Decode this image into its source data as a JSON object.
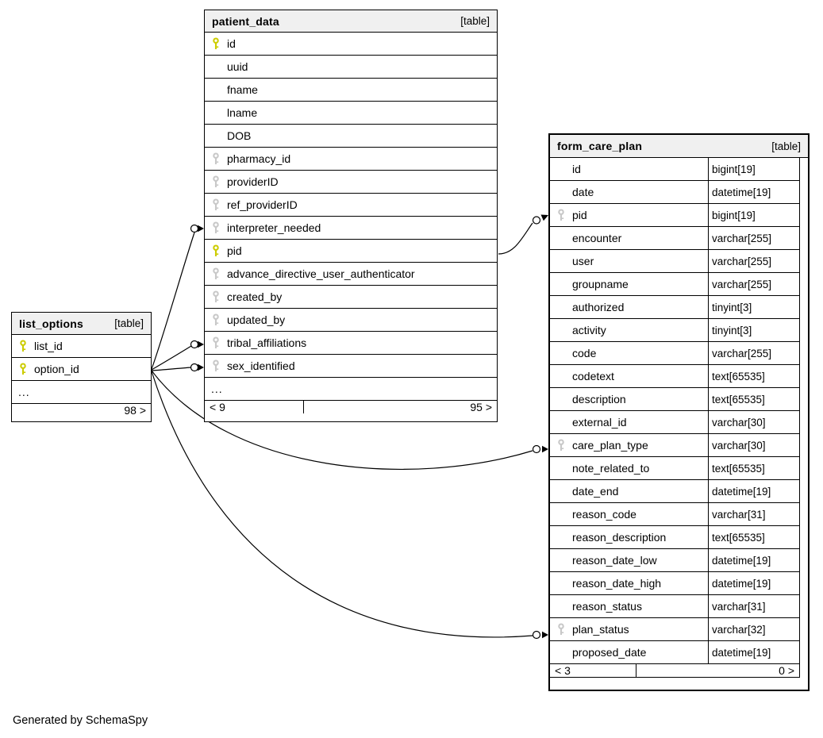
{
  "footer_note": "Generated by SchemaSpy",
  "colors": {
    "primary_key": "#cccc00",
    "foreign_key": "#c8c8c8",
    "header_bg": "#f0f0f0",
    "border": "#000000",
    "relationship_line": "#000000"
  },
  "ellipsis_label": "...",
  "tables": [
    {
      "id": "patient_data",
      "title": "patient_data",
      "badge": "[table]",
      "columns": [
        {
          "name": "id",
          "key": "primary"
        },
        {
          "name": "uuid",
          "key": "none"
        },
        {
          "name": "fname",
          "key": "none"
        },
        {
          "name": "lname",
          "key": "none"
        },
        {
          "name": "DOB",
          "key": "none"
        },
        {
          "name": "pharmacy_id",
          "key": "foreign"
        },
        {
          "name": "providerID",
          "key": "foreign"
        },
        {
          "name": "ref_providerID",
          "key": "foreign"
        },
        {
          "name": "interpreter_needed",
          "key": "foreign"
        },
        {
          "name": "pid",
          "key": "primary"
        },
        {
          "name": "advance_directive_user_authenticator",
          "key": "foreign"
        },
        {
          "name": "created_by",
          "key": "foreign"
        },
        {
          "name": "updated_by",
          "key": "foreign"
        },
        {
          "name": "tribal_affiliations",
          "key": "foreign"
        },
        {
          "name": "sex_identified",
          "key": "foreign"
        }
      ],
      "ellipsis": true,
      "footer": {
        "left": "< 9",
        "middle": "",
        "right": "95 >"
      }
    },
    {
      "id": "form_care_plan",
      "title": "form_care_plan",
      "badge": "[table]",
      "columns": [
        {
          "name": "id",
          "type": "bigint[19]",
          "key": "none"
        },
        {
          "name": "date",
          "type": "datetime[19]",
          "key": "none"
        },
        {
          "name": "pid",
          "type": "bigint[19]",
          "key": "foreign"
        },
        {
          "name": "encounter",
          "type": "varchar[255]",
          "key": "none"
        },
        {
          "name": "user",
          "type": "varchar[255]",
          "key": "none"
        },
        {
          "name": "groupname",
          "type": "varchar[255]",
          "key": "none"
        },
        {
          "name": "authorized",
          "type": "tinyint[3]",
          "key": "none"
        },
        {
          "name": "activity",
          "type": "tinyint[3]",
          "key": "none"
        },
        {
          "name": "code",
          "type": "varchar[255]",
          "key": "none"
        },
        {
          "name": "codetext",
          "type": "text[65535]",
          "key": "none"
        },
        {
          "name": "description",
          "type": "text[65535]",
          "key": "none"
        },
        {
          "name": "external_id",
          "type": "varchar[30]",
          "key": "none"
        },
        {
          "name": "care_plan_type",
          "type": "varchar[30]",
          "key": "foreign"
        },
        {
          "name": "note_related_to",
          "type": "text[65535]",
          "key": "none"
        },
        {
          "name": "date_end",
          "type": "datetime[19]",
          "key": "none"
        },
        {
          "name": "reason_code",
          "type": "varchar[31]",
          "key": "none"
        },
        {
          "name": "reason_description",
          "type": "text[65535]",
          "key": "none"
        },
        {
          "name": "reason_date_low",
          "type": "datetime[19]",
          "key": "none"
        },
        {
          "name": "reason_date_high",
          "type": "datetime[19]",
          "key": "none"
        },
        {
          "name": "reason_status",
          "type": "varchar[31]",
          "key": "none"
        },
        {
          "name": "plan_status",
          "type": "varchar[32]",
          "key": "foreign"
        },
        {
          "name": "proposed_date",
          "type": "datetime[19]",
          "key": "none"
        }
      ],
      "ellipsis": false,
      "footer": {
        "left": "< 3",
        "middle": "",
        "right": "0 >"
      }
    },
    {
      "id": "list_options",
      "title": "list_options",
      "badge": "[table]",
      "columns": [
        {
          "name": "list_id",
          "key": "primary"
        },
        {
          "name": "option_id",
          "key": "primary"
        }
      ],
      "ellipsis": true,
      "footer": {
        "left": "",
        "middle": "",
        "right": "98 >"
      }
    }
  ],
  "relationships": [
    {
      "from": "list_options.option_id",
      "to": "patient_data.interpreter_needed"
    },
    {
      "from": "list_options.option_id",
      "to": "patient_data.tribal_affiliations"
    },
    {
      "from": "list_options.option_id",
      "to": "patient_data.sex_identified"
    },
    {
      "from": "list_options.option_id",
      "to": "form_care_plan.care_plan_type"
    },
    {
      "from": "list_options.option_id",
      "to": "form_care_plan.plan_status"
    },
    {
      "from": "patient_data.pid",
      "to": "form_care_plan.pid"
    }
  ]
}
